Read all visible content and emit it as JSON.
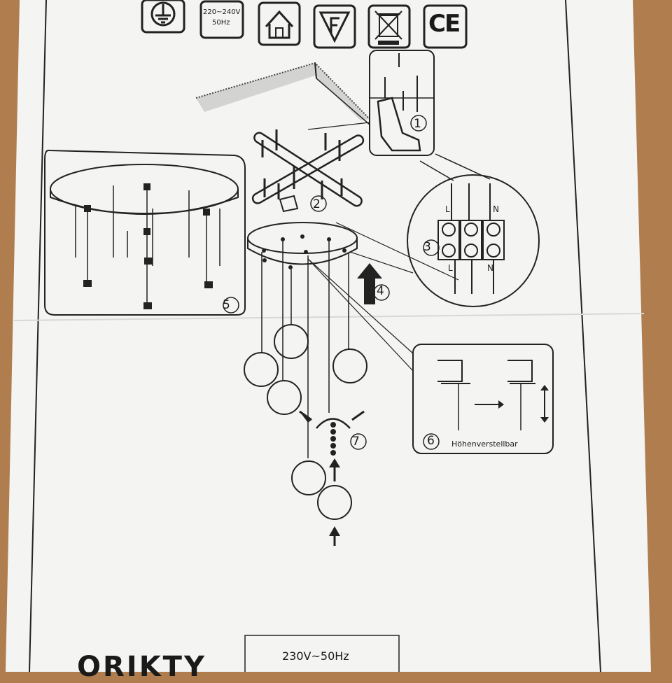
{
  "symbols": {
    "voltage_line1": "220~240V",
    "voltage_line2": "50Hz",
    "ce_mark": "CE"
  },
  "steps": [
    "1",
    "2",
    "3",
    "4",
    "5",
    "6",
    "7"
  ],
  "terminal_labels": {
    "live": "L",
    "neutral": "N"
  },
  "height_adjust_label": "Höhenverstellbar",
  "footer": {
    "rating": "230V~50Hz",
    "brand": "ORIKTY"
  },
  "icons": [
    "earth-ground-icon",
    "indoor-use-house-icon",
    "f-mark-icon",
    "weee-crossed-bin-icon",
    "ce-mark-icon"
  ]
}
